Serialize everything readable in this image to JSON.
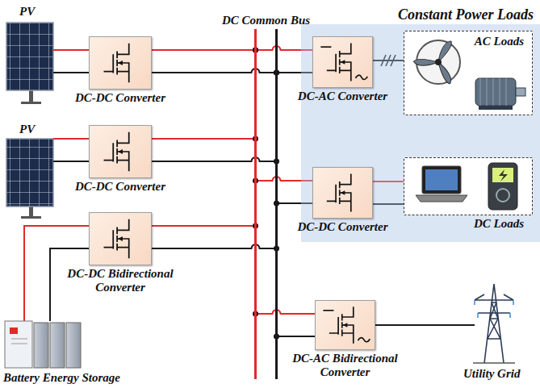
{
  "diagram": {
    "nodes": [
      {
        "text": [
          "DC-DC Converter"
        ]
      },
      {
        "text": [
          "DC-DC Converter"
        ]
      },
      {
        "text": [
          "DC-DC Bidirectional Converter"
        ]
      },
      {
        "text": [
          "DC Common Bus"
        ]
      },
      {
        "text": [
          "Constant Power Loads"
        ]
      },
      {
        "text": [
          "DC-AC Converter"
        ],
        "in": 4
      },
      {
        "text": [
          "AC Loads"
        ],
        "in": 4
      },
      {
        "text": [
          "DC-DC Converter"
        ],
        "in": 4
      },
      {
        "text": [
          "DC Loads"
        ],
        "in": 4
      },
      {
        "text": [
          "DC-AC Bidirectional Converter"
        ]
      }
    ],
    "edges": [
      {
        "from": 0,
        "to": 3,
        "arrow": "none"
      },
      {
        "from": 1,
        "to": 3,
        "arrow": "none"
      },
      {
        "from": 2,
        "to": 3,
        "arrow": "none"
      },
      {
        "from": 3,
        "to": 5,
        "arrow": "none"
      },
      {
        "from": 3,
        "to": 7,
        "arrow": "none"
      },
      {
        "from": 5,
        "to": 6,
        "arrow": "none"
      },
      {
        "from": 7,
        "to": 8,
        "arrow": "none"
      },
      {
        "from": 3,
        "to": 9,
        "arrow": "none"
      }
    ],
    "labels": [
      "PV",
      "PV",
      "Battery Energy Storage",
      "Utility Grid"
    ]
  }
}
